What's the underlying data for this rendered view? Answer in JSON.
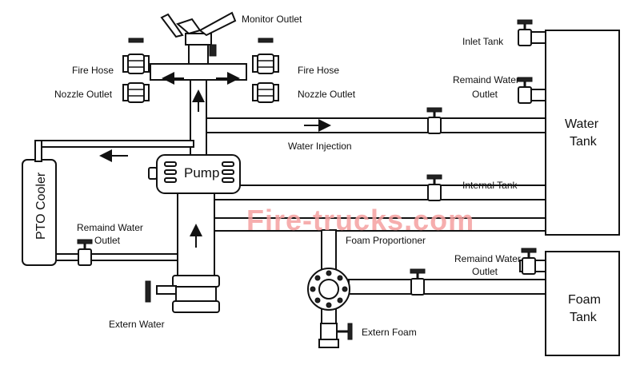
{
  "labels": {
    "monitor_outlet": "Monitor Outlet",
    "fire_hose_left": "Fire Hose",
    "fire_hose_right": "Fire Hose",
    "nozzle_outlet_left": "Nozzle Outlet",
    "nozzle_outlet_right": "Nozzle Outlet",
    "inlet_tank": "Inlet Tank",
    "remaind_water_outlet_top_1": "Remaind Water",
    "remaind_water_outlet_top_2": "Outlet",
    "water_tank_1": "Water",
    "water_tank_2": "Tank",
    "water_injection": "Water Injection",
    "pump": "Pump",
    "internal_tank": "Internal Tank",
    "pto_cooler": "PTO Cooler",
    "remaind_water_outlet_left_1": "Remaind Water",
    "remaind_water_outlet_left_2": "Outlet",
    "foam_proportioner": "Foam Proportioner",
    "remaind_water_outlet_foam_1": "Remaind Water",
    "remaind_water_outlet_foam_2": "Outlet",
    "foam_tank_1": "Foam",
    "foam_tank_2": "Tank",
    "extern_water": "Extern Water",
    "extern_foam": "Extern Foam"
  },
  "watermark": "Fire-trucks.com",
  "colors": {
    "line": "#111111",
    "watermark": "#f08080"
  }
}
